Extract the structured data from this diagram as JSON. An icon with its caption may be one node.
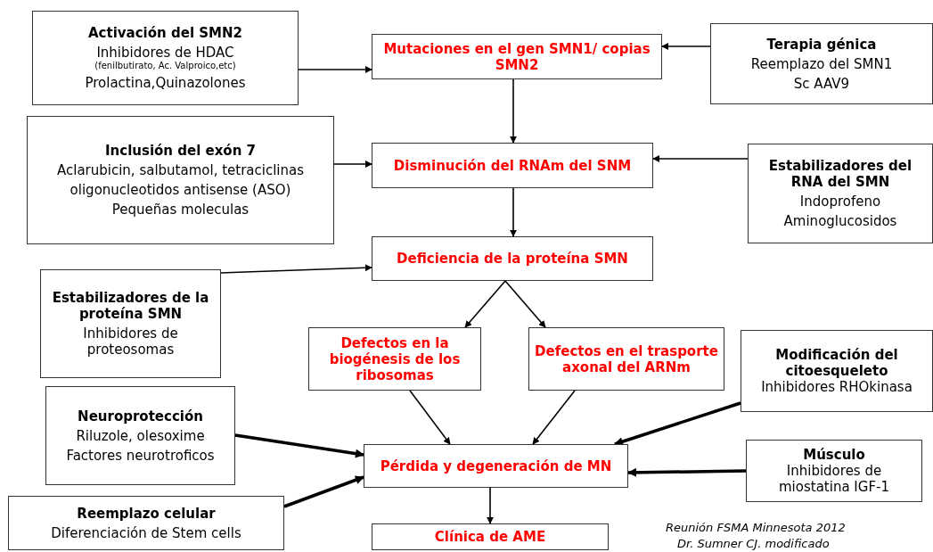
{
  "diagram": {
    "nodes": [
      {
        "text": [
          "Activación del SMN2",
          "Inhibidores de HDAC",
          "(fenilbutirato, Ac. Valproico,etc)",
          "Prolactina,Quinazolones"
        ]
      },
      {
        "text": [
          "Mutaciones en el gen SMN1/ copias SMN2"
        ]
      },
      {
        "text": [
          "Terapia génica",
          "Reemplazo del SMN1",
          "Sc AAV9"
        ]
      },
      {
        "text": [
          "Inclusión del exón 7",
          "Aclarubicin, salbutamol, tetraciclinas",
          "oligonucleotidos antisense (ASO)",
          "Pequeñas moleculas"
        ]
      },
      {
        "text": [
          "Disminución del RNAm del SNM"
        ]
      },
      {
        "text": [
          "Estabilizadores del RNA del SMN",
          "Indoprofeno",
          "Aminoglucosidos"
        ]
      },
      {
        "text": [
          "Deficiencia de la proteína SMN"
        ]
      },
      {
        "text": [
          "Estabilizadores de la proteína SMN",
          "Inhibidores de proteosomas"
        ]
      },
      {
        "text": [
          "Defectos en la biogénesis de los ribosomas"
        ]
      },
      {
        "text": [
          "Defectos en el trasporte axonal del ARNm"
        ]
      },
      {
        "text": [
          "Modificación del citoesqueleto",
          "Inhibidores RHOkinasa"
        ]
      },
      {
        "text": [
          "Neuroprotección",
          "Riluzole, olesoxime",
          "Factores neurotroficos"
        ]
      },
      {
        "text": [
          "Pérdida y degeneración de MN"
        ]
      },
      {
        "text": [
          "Músculo",
          "Inhibidores de miostatina IGF-1"
        ]
      },
      {
        "text": [
          "Reemplazo celular",
          "Diferenciación de Stem cells"
        ]
      },
      {
        "text": [
          "Clínica de AME"
        ]
      }
    ],
    "edges": [
      {
        "from": 0,
        "to": 1,
        "arrow": "to"
      },
      {
        "from": 2,
        "to": 1,
        "arrow": "to"
      },
      {
        "from": 1,
        "to": 4,
        "arrow": "to"
      },
      {
        "from": 3,
        "to": 4,
        "arrow": "to"
      },
      {
        "from": 5,
        "to": 4,
        "arrow": "to"
      },
      {
        "from": 4,
        "to": 6,
        "arrow": "to"
      },
      {
        "from": 7,
        "to": 6,
        "arrow": "to"
      },
      {
        "from": 6,
        "to": 8,
        "arrow": "to"
      },
      {
        "from": 6,
        "to": 9,
        "arrow": "to"
      },
      {
        "from": 8,
        "to": 12,
        "arrow": "to"
      },
      {
        "from": 9,
        "to": 12,
        "arrow": "to"
      },
      {
        "from": 10,
        "to": 12,
        "arrow": "to",
        "style": "thick"
      },
      {
        "from": 11,
        "to": 12,
        "arrow": "to",
        "style": "thick"
      },
      {
        "from": 14,
        "to": 12,
        "arrow": "to",
        "style": "thick"
      },
      {
        "from": 13,
        "to": 12,
        "arrow": "to",
        "style": "thick"
      },
      {
        "from": 12,
        "to": 15,
        "arrow": "to"
      }
    ],
    "labels": [
      "Reunión FSMA Minnesota 2012",
      "Dr. Sumner CJ. modificado"
    ]
  }
}
